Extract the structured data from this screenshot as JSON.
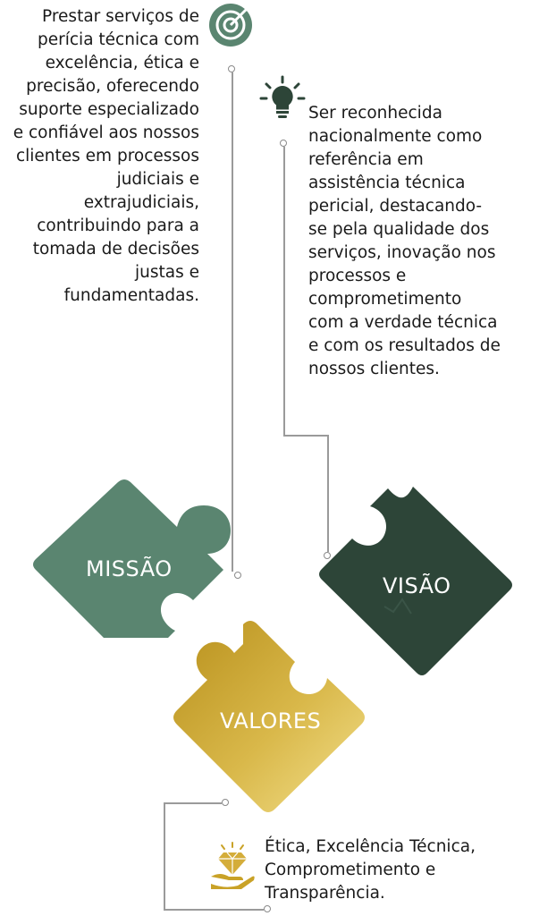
{
  "missao": {
    "title": "MISSÃO",
    "text": "Prestar serviços de perícia técnica com excelência, ética e precisão, oferecendo suporte especializado e confiável aos nossos clientes em processos judiciais e extrajudiciais, contribuindo para a tomada de decisões justas e fundamentadas.",
    "icon": "target-icon",
    "color": "#5a8570"
  },
  "visao": {
    "title": "VISÃO",
    "text": "Ser reconhecida nacionalmente como referência em assistência técnica pericial, destacando-se pela qualidade dos serviços, inovação nos processos e comprometimento com a verdade técnica e com os resultados de nossos clientes.",
    "icon": "lightbulb-icon",
    "color": "#2d4538"
  },
  "valores": {
    "title": "VALORES",
    "text": "Ética, Excelência Técnica, Comprometimento e Transparência.",
    "icon": "diamond-hand-icon",
    "color": "#c9a227"
  }
}
